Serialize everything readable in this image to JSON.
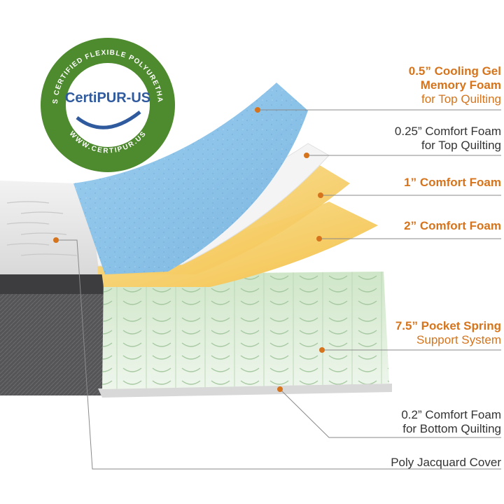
{
  "badge": {
    "ring_text": "CONTAINS CERTIFIED FLEXIBLE POLYURETHANE FOAM",
    "bottom_text": "WWW.CERTIPUR.US",
    "brand_text": "CertiPUR-US",
    "ring_color": "#4e8a2e",
    "brand_color": "#2f5a9e"
  },
  "colors": {
    "accent": "#d5741c",
    "gel": "#8fc4e8",
    "foam": "#f7d36a",
    "spring": "#dfeedd",
    "cover": "#4b4b4d"
  },
  "labels": [
    {
      "line1": "0.5” Cooling Gel",
      "line2": "Memory Foam",
      "line3": "for Top Quilting"
    },
    {
      "line1": "0.25” Comfort Foam",
      "line2": "for Top Quilting"
    },
    {
      "line1": "1” Comfort Foam"
    },
    {
      "line1": "2” Comfort Foam"
    },
    {
      "line1": "7.5” Pocket Spring",
      "line2": "Support System"
    },
    {
      "line1": "0.2” Comfort Foam",
      "line2": "for Bottom Quilting"
    },
    {
      "line1": "Poly Jacquard Cover"
    }
  ]
}
